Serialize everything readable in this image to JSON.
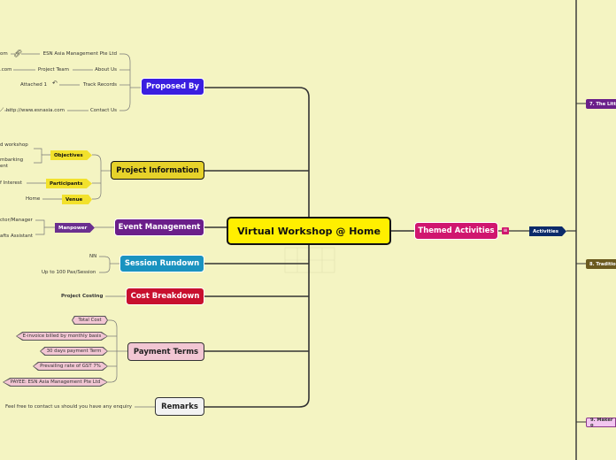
{
  "main_topic": "Virtual Workshop @ Home",
  "proposed_by": {
    "label": "Proposed By",
    "items": [
      {
        "text": "ESN Asia Management Pte Ltd",
        "left": "om"
      },
      {
        "text": "Project Team",
        "left": ".com"
      },
      {
        "text": "Track Records",
        "left": "Attached 1"
      },
      {
        "text": "About Us",
        "left": ""
      },
      {
        "text": "Contact Us",
        "left": "http://www.esnasia.com"
      }
    ]
  },
  "project_information": {
    "label": "Project Information",
    "objectives": {
      "label": "Objectives",
      "lines": [
        "d workshop",
        "mbarking",
        "ent"
      ]
    },
    "participants": {
      "label": "Participants",
      "detail": "f Interest"
    },
    "venue": {
      "label": "Venue",
      "detail": "Home"
    }
  },
  "event_management": {
    "label": "Event Management",
    "manpower": {
      "label": "Manpower",
      "lines": [
        "ctor/Manager",
        "afts Assistant"
      ]
    }
  },
  "session_rundown": {
    "label": "Session Rundown",
    "lines": [
      "NN",
      "Up to 100 Pax/Session"
    ]
  },
  "cost_breakdown": {
    "label": "Cost Breakdown",
    "detail": "Project Costing"
  },
  "payment_terms": {
    "label": "Payment Terms",
    "items": [
      "Total Cost",
      "E-invoice billed by monthly basis",
      "30 days payment Term",
      "Prevailing rate of GST 7%",
      "PAYEE: ESN Asia Management Pte Ltd"
    ]
  },
  "remarks": {
    "label": "Remarks",
    "detail": "Feel free to contact us should you have any enquiry"
  },
  "themed_activities": {
    "label": "Themed Activities",
    "activities_label": "Activities",
    "tabs": [
      "7. The Litt",
      "8. Traditio",
      "9. Maker o"
    ]
  },
  "colors": {
    "background": "#f4f4c2",
    "main": "#ffef00",
    "proposed_by": "#3a1ee0",
    "project_information": "#e6d22a",
    "event_management": "#6b1f8a",
    "session_rundown": "#1a93c0",
    "cost_breakdown": "#c8102e",
    "payment_terms": "#f2c6d3",
    "remarks": "#f2f2f2",
    "themed_activities": "#d0166f",
    "activities": "#0b2a6a"
  }
}
